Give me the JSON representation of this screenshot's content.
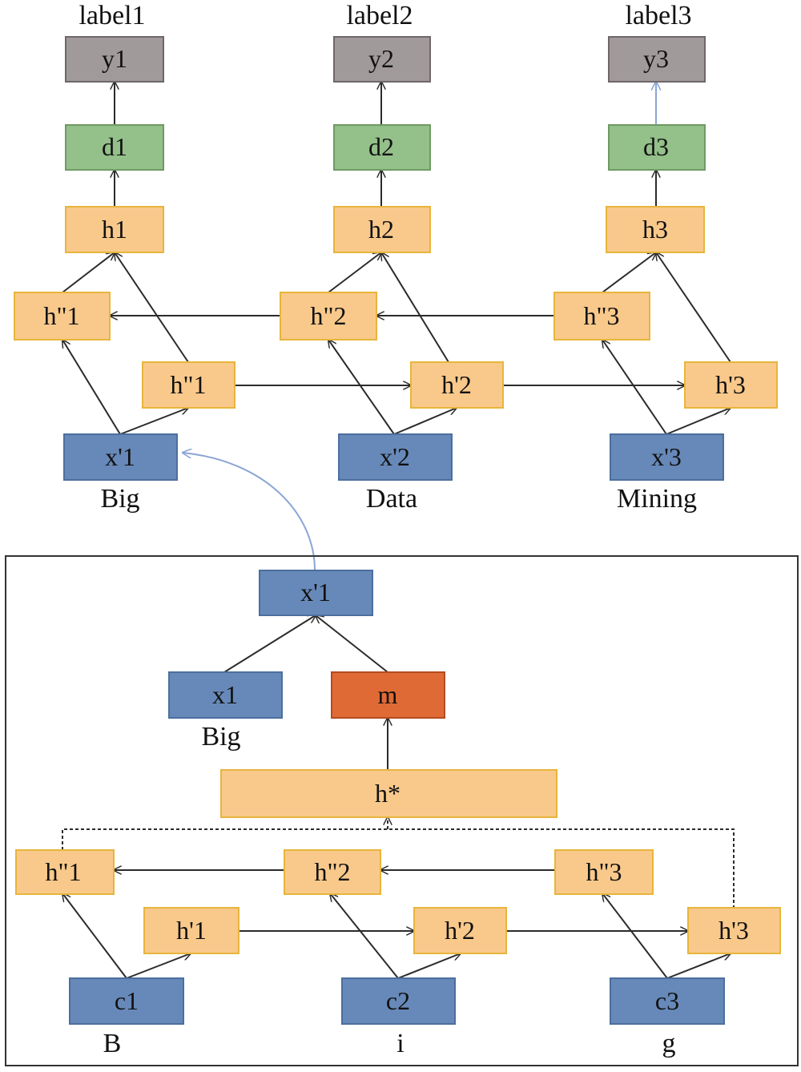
{
  "colors": {
    "gray": "#a19a9b",
    "green": "#94c08a",
    "orange": "#f9c98b",
    "blue": "#6789b9",
    "red": "#e06a35",
    "gray_border": "#6e6668",
    "green_border": "#6f9a63",
    "orange_border": "#e7b53c",
    "blue_border": "#4b6f9e",
    "red_border": "#b44c20",
    "edge": "#2b2b2b",
    "accent_edge": "#8aa6d4"
  },
  "outputs": {
    "labels": [
      "label1",
      "label2",
      "label3"
    ],
    "y": [
      "y1",
      "y2",
      "y3"
    ],
    "d": [
      "d1",
      "d2",
      "d3"
    ],
    "h": [
      "h1",
      "h2",
      "h3"
    ]
  },
  "word_level": {
    "backward": [
      "h\"1",
      "h\"2",
      "h\"3"
    ],
    "forward": [
      "h\"1",
      "h'2",
      "h'3"
    ],
    "inputs": [
      "x'1",
      "x'2",
      "x'3"
    ],
    "words": [
      "Big",
      "Data",
      "Mining"
    ]
  },
  "char_level": {
    "x_prime": "x'1",
    "x": "x1",
    "x_word": "Big",
    "m": "m",
    "h_star": "h*",
    "backward": [
      "h\"1",
      "h\"2",
      "h\"3"
    ],
    "forward": [
      "h'1",
      "h'2",
      "h'3"
    ],
    "inputs": [
      "c1",
      "c2",
      "c3"
    ],
    "chars": [
      "B",
      "i",
      "g"
    ]
  }
}
